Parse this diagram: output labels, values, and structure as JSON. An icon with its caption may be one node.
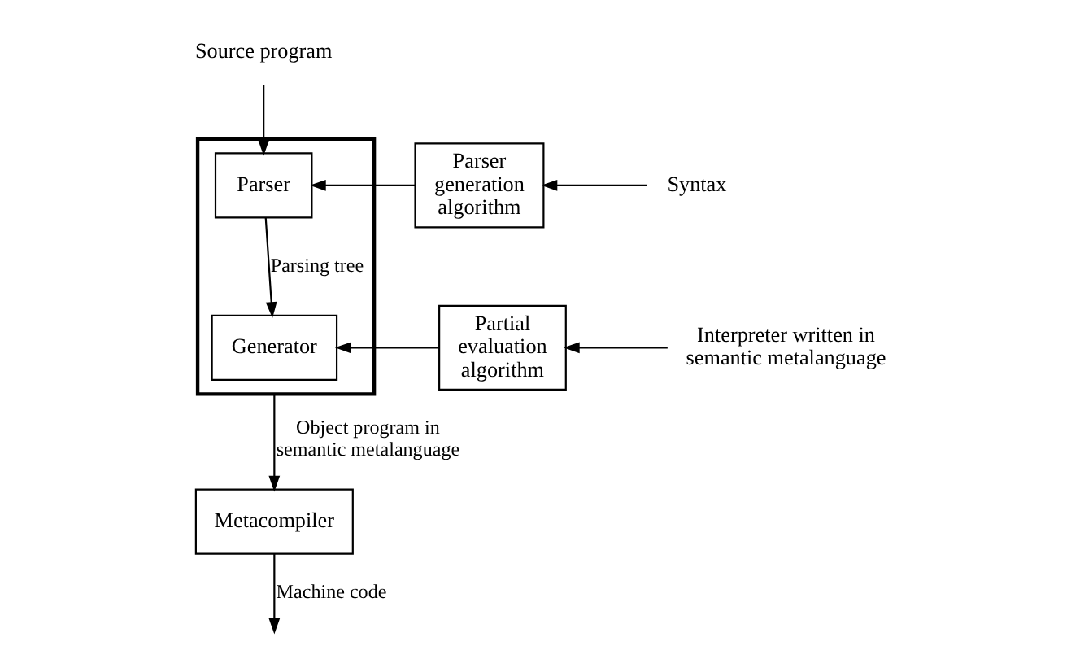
{
  "diagram": {
    "nodes": [
      {
        "text": [],
        "shape": "box"
      },
      {
        "text": [
          "Parser"
        ],
        "in": 0
      },
      {
        "text": [
          "Generator"
        ],
        "in": 0
      },
      {
        "text": [
          "Parser generation algorithm"
        ]
      },
      {
        "text": [
          "Partial evaluation algorithm"
        ]
      },
      {
        "text": [
          "Metacompiler"
        ]
      },
      {
        "text": [
          "Source program"
        ]
      },
      {
        "text": [
          "Syntax"
        ]
      },
      {
        "text": [
          "Interpreter written in semantic metalanguage"
        ]
      }
    ],
    "edges": [
      {
        "from": 6,
        "to": 1,
        "arrow": "to"
      },
      {
        "from": 1,
        "to": 2,
        "arrow": "to",
        "label": "Parsing tree"
      },
      {
        "from": 3,
        "to": 1,
        "arrow": "to"
      },
      {
        "from": 4,
        "to": 2,
        "arrow": "to"
      },
      {
        "from": 7,
        "to": 3,
        "arrow": "to"
      },
      {
        "from": 8,
        "to": 4,
        "arrow": "to"
      },
      {
        "from": 0,
        "to": 5,
        "arrow": "to",
        "label": "Object program in semantic metalanguage"
      },
      {
        "from": 5,
        "to": null,
        "arrow": "to",
        "label": "Machine code"
      }
    ]
  }
}
